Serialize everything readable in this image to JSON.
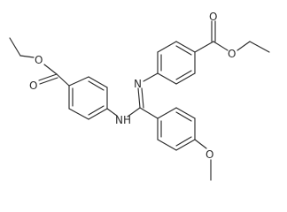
{
  "molecule": {
    "atoms": {
      "o_ester_left_carbonyl": "O",
      "o_ester_left_ether": "O",
      "nh_amidine": "NH",
      "n_imine": "N",
      "o_ester_right_carbonyl": "O",
      "o_ester_right_ether": "O",
      "o_methoxy": "O"
    }
  }
}
